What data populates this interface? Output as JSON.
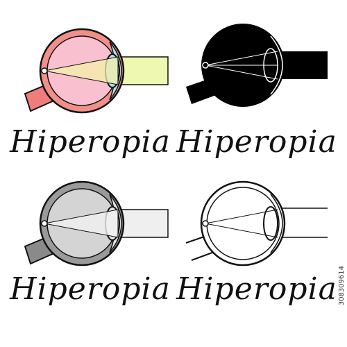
{
  "panels": [
    {
      "caption": "Hiperopia",
      "style": "colored",
      "colors": {
        "fill": "#f9c0d0",
        "rim": "#f09088",
        "cornea": "#aee0e8",
        "beam": "#eef8b0",
        "nerve": "#f07c7c",
        "stroke": "#111111"
      }
    },
    {
      "caption": "Hiperopia",
      "style": "silhouette",
      "colors": {
        "fill": "#000000",
        "stroke": "#000000",
        "line": "#ffffff"
      }
    },
    {
      "caption": "Hiperopia",
      "style": "grayscale",
      "colors": {
        "fill": "#d4d4d4",
        "rim": "#9a9a9a",
        "cornea": "#e8e8e8",
        "beam": "#efefef",
        "nerve": "#8a8a8a",
        "stroke": "#111111"
      }
    },
    {
      "caption": "Hiperopia",
      "style": "outline",
      "colors": {
        "fill": "#ffffff",
        "stroke": "#111111"
      }
    }
  ],
  "stock_id": "308309614"
}
